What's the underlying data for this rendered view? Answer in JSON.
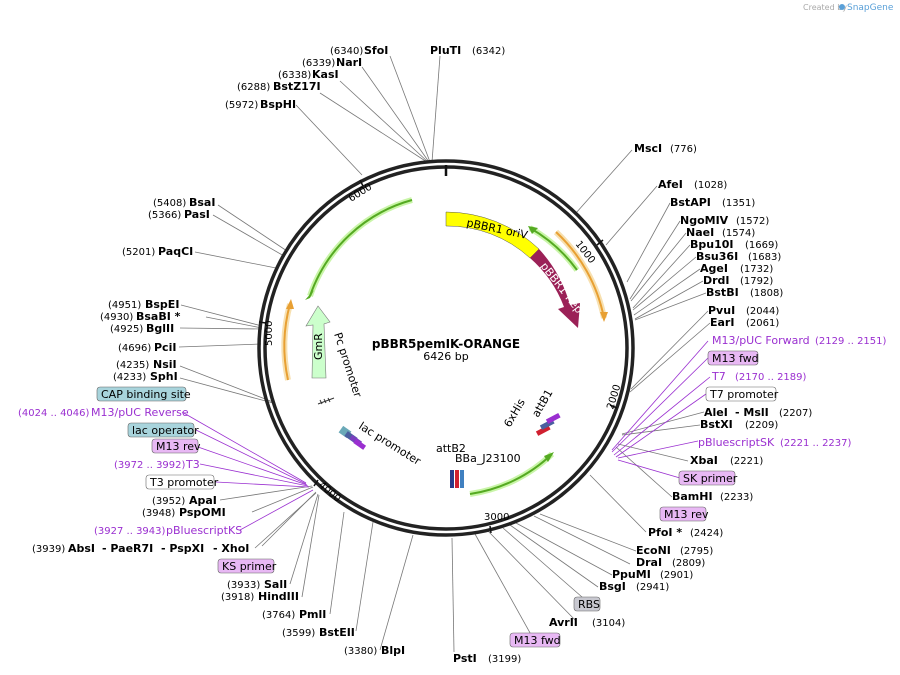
{
  "credit": "Created by",
  "credit_brand": "SnapGene",
  "plasmid": {
    "name": "pBBR5pemIK-ORANGE",
    "length": "6426 bp"
  },
  "ticks": [
    "1000",
    "2000",
    "3000",
    "4000",
    "5000",
    "6000"
  ],
  "features": {
    "pBBR1_oriV": "pBBR1 oriV",
    "pBBR1_Rep": "pBBR1 Rep",
    "GmR": "GmR",
    "Pc_promoter": "Pc promoter",
    "lac_promoter": "lac promoter",
    "attB2": "attB2",
    "BBa_J23100": "BBa_J23100",
    "sixHis": "6xHis",
    "attB1": "attB1"
  },
  "enzymes_left": [
    {
      "pos": "(6340)",
      "name": "SfoI"
    },
    {
      "pos": "(6339)",
      "name": "NarI"
    },
    {
      "pos": "(6338)",
      "name": "KasI"
    },
    {
      "pos": "(6288)",
      "name": "BstZ17I"
    },
    {
      "pos": "(5972)",
      "name": "BspHI"
    },
    {
      "pos": "(5408)",
      "name": "BsaI"
    },
    {
      "pos": "(5366)",
      "name": "PasI"
    },
    {
      "pos": "(5201)",
      "name": "PaqCI"
    },
    {
      "pos": "(4951)",
      "name": "BspEI"
    },
    {
      "pos": "(4930)",
      "name": "BsaBI *"
    },
    {
      "pos": "(4925)",
      "name": "BglII"
    },
    {
      "pos": "(4696)",
      "name": "PciI"
    },
    {
      "pos": "(4235)",
      "name": "NsiI"
    },
    {
      "pos": "(4233)",
      "name": "SphI"
    },
    {
      "pos": "(3952)",
      "name": "ApaI"
    },
    {
      "pos": "(3948)",
      "name": "PspOMI"
    },
    {
      "pos": "(3933)",
      "name": "SalI"
    },
    {
      "pos": "(3918)",
      "name": "HindIII"
    },
    {
      "pos": "(3764)",
      "name": "PmlI"
    },
    {
      "pos": "(3599)",
      "name": "BstEII"
    },
    {
      "pos": "(3380)",
      "name": "BlpI"
    }
  ],
  "enzymes_right": [
    {
      "pos": "(776)",
      "name": "MscI"
    },
    {
      "pos": "(1028)",
      "name": "AfeI"
    },
    {
      "pos": "(1351)",
      "name": "BstAPI"
    },
    {
      "pos": "(1572)",
      "name": "NgoMIV"
    },
    {
      "pos": "(1574)",
      "name": "NaeI"
    },
    {
      "pos": "(1669)",
      "name": "Bpu10I"
    },
    {
      "pos": "(1683)",
      "name": "Bsu36I"
    },
    {
      "pos": "(1732)",
      "name": "AgeI"
    },
    {
      "pos": "(1792)",
      "name": "DrdI"
    },
    {
      "pos": "(1808)",
      "name": "BstBI"
    },
    {
      "pos": "(2044)",
      "name": "PvuI"
    },
    {
      "pos": "(2061)",
      "name": "EarI"
    },
    {
      "pos": "(2207)",
      "name": "AleI"
    },
    {
      "pos": "(2209)",
      "name": "BstXI"
    },
    {
      "pos": "(2221)",
      "name": "XbaI"
    },
    {
      "pos": "(2233)",
      "name": "BamHI"
    },
    {
      "pos": "(2424)",
      "name": "PfoI *"
    },
    {
      "pos": "(2795)",
      "name": "EcoNI"
    },
    {
      "pos": "(2809)",
      "name": "DraI"
    },
    {
      "pos": "(2901)",
      "name": "PpuMI"
    },
    {
      "pos": "(2941)",
      "name": "BsgI"
    },
    {
      "pos": "(3104)",
      "name": "AvrII"
    },
    {
      "pos": "(3199)",
      "name": "PstI"
    },
    {
      "pos": "(6342)",
      "name": "PluTI"
    }
  ],
  "mslI": "- MslI",
  "cluster_left": {
    "pos": "(3939)",
    "a": "AbsI",
    "b": "- PaeR7I",
    "c": "- PspXI",
    "d": "- XhoI"
  },
  "primers": {
    "m13_puc_fwd_name": "M13/pUC Forward",
    "m13_puc_fwd_pos": "(2129 .. 2151)",
    "m13_fwd_box": "M13 fwd",
    "t7_name": "T7",
    "t7_pos": "(2170 .. 2189)",
    "t7_promoter_box": "T7 promoter",
    "pbsk_name": "pBluescriptSK",
    "pbsk_pos": "(2221 .. 2237)",
    "sk_primer_box": "SK primer",
    "m13_rev_box_right": "M13 rev",
    "rbs_box": "RBS",
    "m13_fwd_box_bottom": "M13 fwd",
    "cap_box": "CAP binding site",
    "m13_puc_rev_pos": "(4024 .. 4046)",
    "m13_puc_rev_name": "M13/pUC Reverse",
    "lac_operator_box": "lac operator",
    "m13_rev_box_left": "M13 rev",
    "t3_pos": "(3972 .. 3992)",
    "t3_name": "T3",
    "t3_promoter_box": "T3 promoter",
    "pbks_pos": "(3927 .. 3943)",
    "pbks_name": "pBluescriptKS",
    "ks_primer_box": "KS primer"
  },
  "colors": {
    "backbone": "#222222",
    "oriV": "#ffff00",
    "rep": "#9b2157",
    "gmr": "#ccffcc",
    "arrow_green": "#55aa22",
    "arrow_orange": "#e8a033",
    "primer": "#9a2fd0",
    "cap": "#a8d4dc",
    "primer_box": "#e8b8f4"
  }
}
